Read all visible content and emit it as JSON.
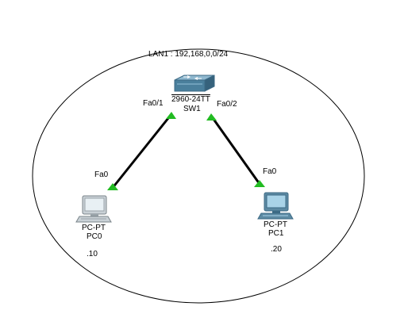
{
  "network": {
    "lan_label": "LAN1 : 192,168,0,0/24"
  },
  "switch": {
    "model": "2960-24TT",
    "name": "SW1",
    "color": "#4a7f9c",
    "icon": "switch-icon"
  },
  "pc0": {
    "type": "PC-PT",
    "name": "PC0",
    "ip_suffix": ".10",
    "port": "Fa0",
    "icon": "pc-icon"
  },
  "pc1": {
    "type": "PC-PT",
    "name": "PC1",
    "ip_suffix": ".20",
    "port": "Fa0",
    "icon": "pc-icon"
  },
  "links": [
    {
      "from_port": "Fa0/1",
      "to_port": "Fa0",
      "status": "up"
    },
    {
      "from_port": "Fa0/2",
      "to_port": "Fa0",
      "status": "up"
    }
  ],
  "colors": {
    "link_up": "#22bb22",
    "cable": "#000000",
    "boundary": "#000000"
  }
}
